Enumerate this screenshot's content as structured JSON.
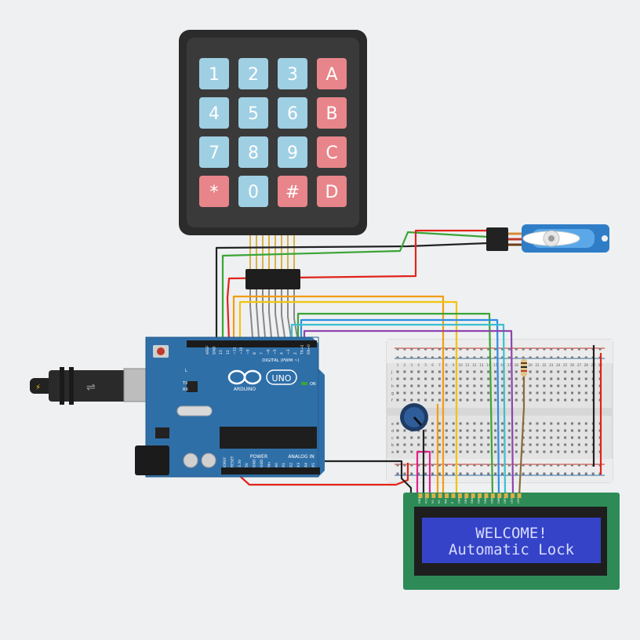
{
  "keypad": {
    "keys": [
      "1",
      "2",
      "3",
      "A",
      "4",
      "5",
      "6",
      "B",
      "7",
      "8",
      "9",
      "C",
      "*",
      "0",
      "#",
      "D"
    ]
  },
  "arduino": {
    "brand": "ARDUINO",
    "model": "UNO",
    "on_label": "ON",
    "digital_label": "DIGITAL (PWM ~)",
    "power_label": "POWER",
    "analog_label": "ANALOG IN",
    "tx_label": "TX",
    "rx_label": "RX",
    "l_label": "L",
    "top_pins": [
      "AREF",
      "GND",
      "13",
      "12",
      "~11",
      "~10",
      "~9",
      "8",
      "7",
      "~6",
      "~5",
      "4",
      "~3",
      "2",
      "TX→1",
      "RX←0"
    ],
    "bottom_pins": [
      "IOREF",
      "RESET",
      "3.3V",
      "5V",
      "GND",
      "GND",
      "Vin",
      "A0",
      "A1",
      "A2",
      "A3",
      "A4",
      "A5"
    ]
  },
  "lcd": {
    "line1": "WELCOME!",
    "line2": "Automatic Lock",
    "pin_labels": [
      "GND",
      "VCC",
      "V0",
      "RS",
      "RW",
      "E",
      "DB0",
      "DB1",
      "DB2",
      "DB3",
      "DB4",
      "DB5",
      "DB6",
      "DB7",
      "LED",
      "LED"
    ]
  },
  "breadboard": {
    "col_numbers": [
      "1",
      "2",
      "3",
      "4",
      "5",
      "6",
      "7",
      "8",
      "9",
      "10",
      "11",
      "12",
      "13",
      "14",
      "15",
      "16",
      "17",
      "18",
      "19",
      "20",
      "21",
      "22",
      "23",
      "24",
      "25",
      "26",
      "27",
      "28",
      "29",
      "30"
    ],
    "row_letters_top": [
      "j",
      "i",
      "h",
      "g",
      "f"
    ],
    "row_letters_bottom": [
      "e",
      "d",
      "c",
      "b",
      "a"
    ]
  },
  "colors": {
    "background": "#eef0f2",
    "keypad_body": "#2b2b2b",
    "key_blue": "#9fcfe3",
    "key_red": "#e8858a",
    "arduino_board": "#2f6fa8",
    "lcd_board": "#2e8b57",
    "lcd_screen": "#3543c8",
    "wire_red": "#e2231a",
    "wire_green": "#3aa535",
    "wire_black": "#222222",
    "wire_orange": "#f39c12",
    "wire_yellow": "#f1c40f",
    "wire_purple": "#8e44ad",
    "wire_teal": "#3bbfcf",
    "wire_blue": "#2f8de4",
    "wire_gray": "#888888",
    "wire_pink": "#e0218a"
  }
}
